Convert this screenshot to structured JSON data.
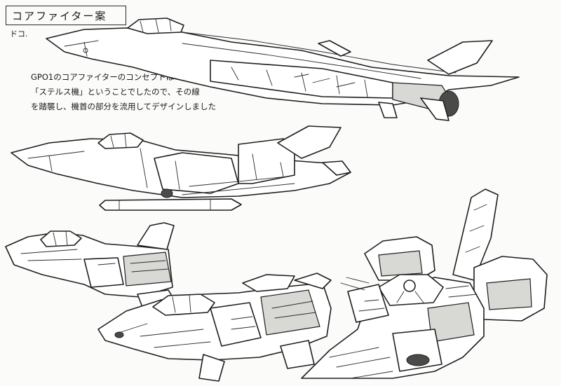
{
  "title": "コアファイター案",
  "author": "ドコ.",
  "note_lines": [
    "GPO1のコアファイターのコンセプトは",
    "「ステルス機」ということでしたので、その線",
    "を踏襲し、機首の部分を流用してデザインしました"
  ],
  "sketches": [
    "fighter-side-view-top",
    "fighter-side-view-middle",
    "fighter-front-three-quarter-left",
    "fighter-front-three-quarter-center",
    "fighter-rear-three-quarter-right"
  ],
  "colors": {
    "paper": "#fbfbf9",
    "ink": "#1e1e1e",
    "shade": "#d8d8d4"
  }
}
